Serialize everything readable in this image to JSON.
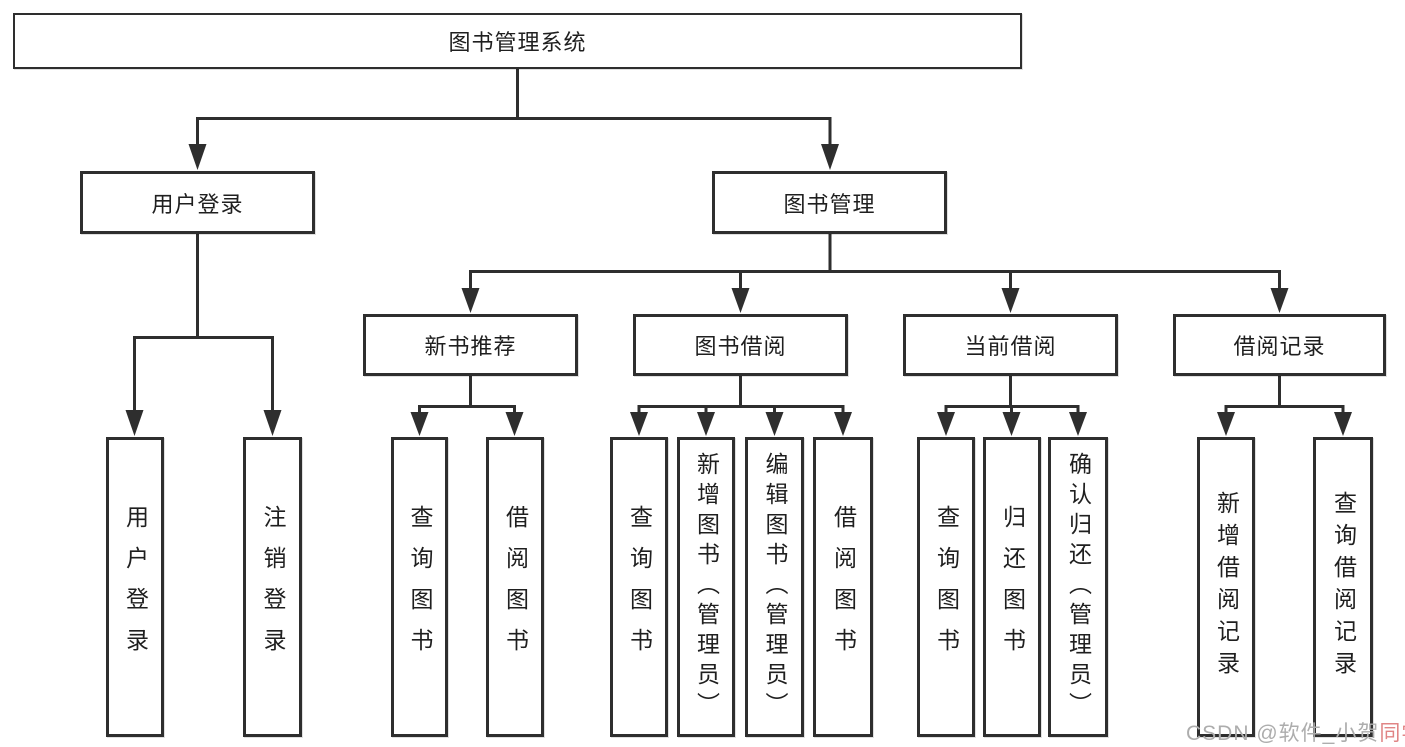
{
  "colors": {
    "background": "#ffffff",
    "line": "#2e2e2e",
    "box_border": "#2e2e2e",
    "text": "#1f1f1f",
    "watermark_gray": "#adadad",
    "watermark_red": "#e08585"
  },
  "tree": {
    "root": "图书管理系统",
    "login": {
      "label": "用户登录",
      "children": [
        "用户登录",
        "注销登录"
      ]
    },
    "mgmt": {
      "label": "图书管理",
      "groups": [
        {
          "label": "新书推荐",
          "children": [
            "查询图书",
            "借阅图书"
          ]
        },
        {
          "label": "图书借阅",
          "children": [
            "查询图书",
            "新增图书（管理员）",
            "编辑图书（管理员）",
            "借阅图书"
          ]
        },
        {
          "label": "当前借阅",
          "children": [
            "查询图书",
            "归还图书",
            "确认归还（管理员）"
          ]
        },
        {
          "label": "借阅记录",
          "children": [
            "新增借阅记录",
            "查询借阅记录"
          ]
        }
      ]
    }
  },
  "watermark": {
    "prefix": "CSDN @软件_小贺",
    "suffix": "同学"
  }
}
